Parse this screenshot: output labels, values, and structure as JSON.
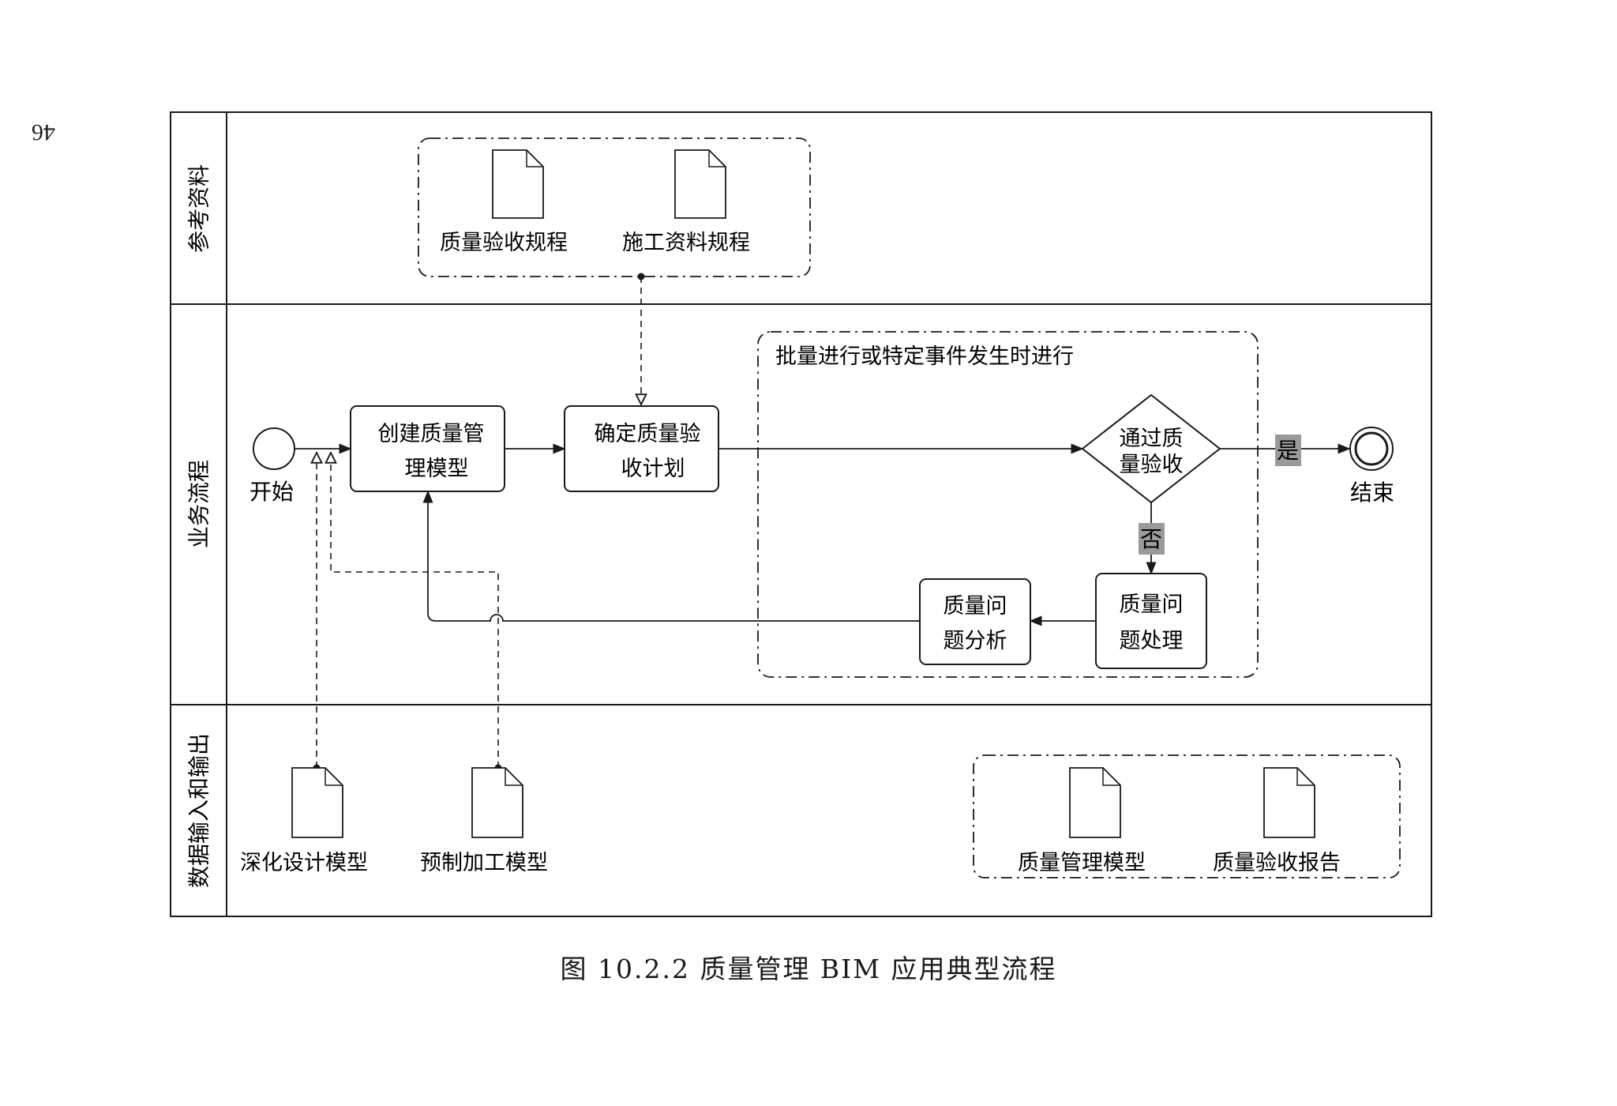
{
  "page_number": "46",
  "caption": "图 10.2.2 质量管理 BIM 应用典型流程",
  "lanes": {
    "reference": "参考资料",
    "process": "业务流程",
    "data_io": "数据输入和输出"
  },
  "reference_docs": [
    "质量验收规程",
    "施工资料规程"
  ],
  "process": {
    "start_label": "开始",
    "end_label": "结束",
    "task_create_model": [
      "创建质量管",
      "理模型"
    ],
    "task_plan": [
      "确定质量验",
      "收计划"
    ],
    "group_label": "批量进行或特定事件发生时进行",
    "decision": [
      "通过质",
      "量验收"
    ],
    "yes_label": "是",
    "no_label": "否",
    "task_handle": [
      "质量问",
      "题处理"
    ],
    "task_analyze": [
      "质量问",
      "题分析"
    ]
  },
  "inputs": [
    "深化设计模型",
    "预制加工模型"
  ],
  "outputs": [
    "质量管理模型",
    "质量验收报告"
  ]
}
